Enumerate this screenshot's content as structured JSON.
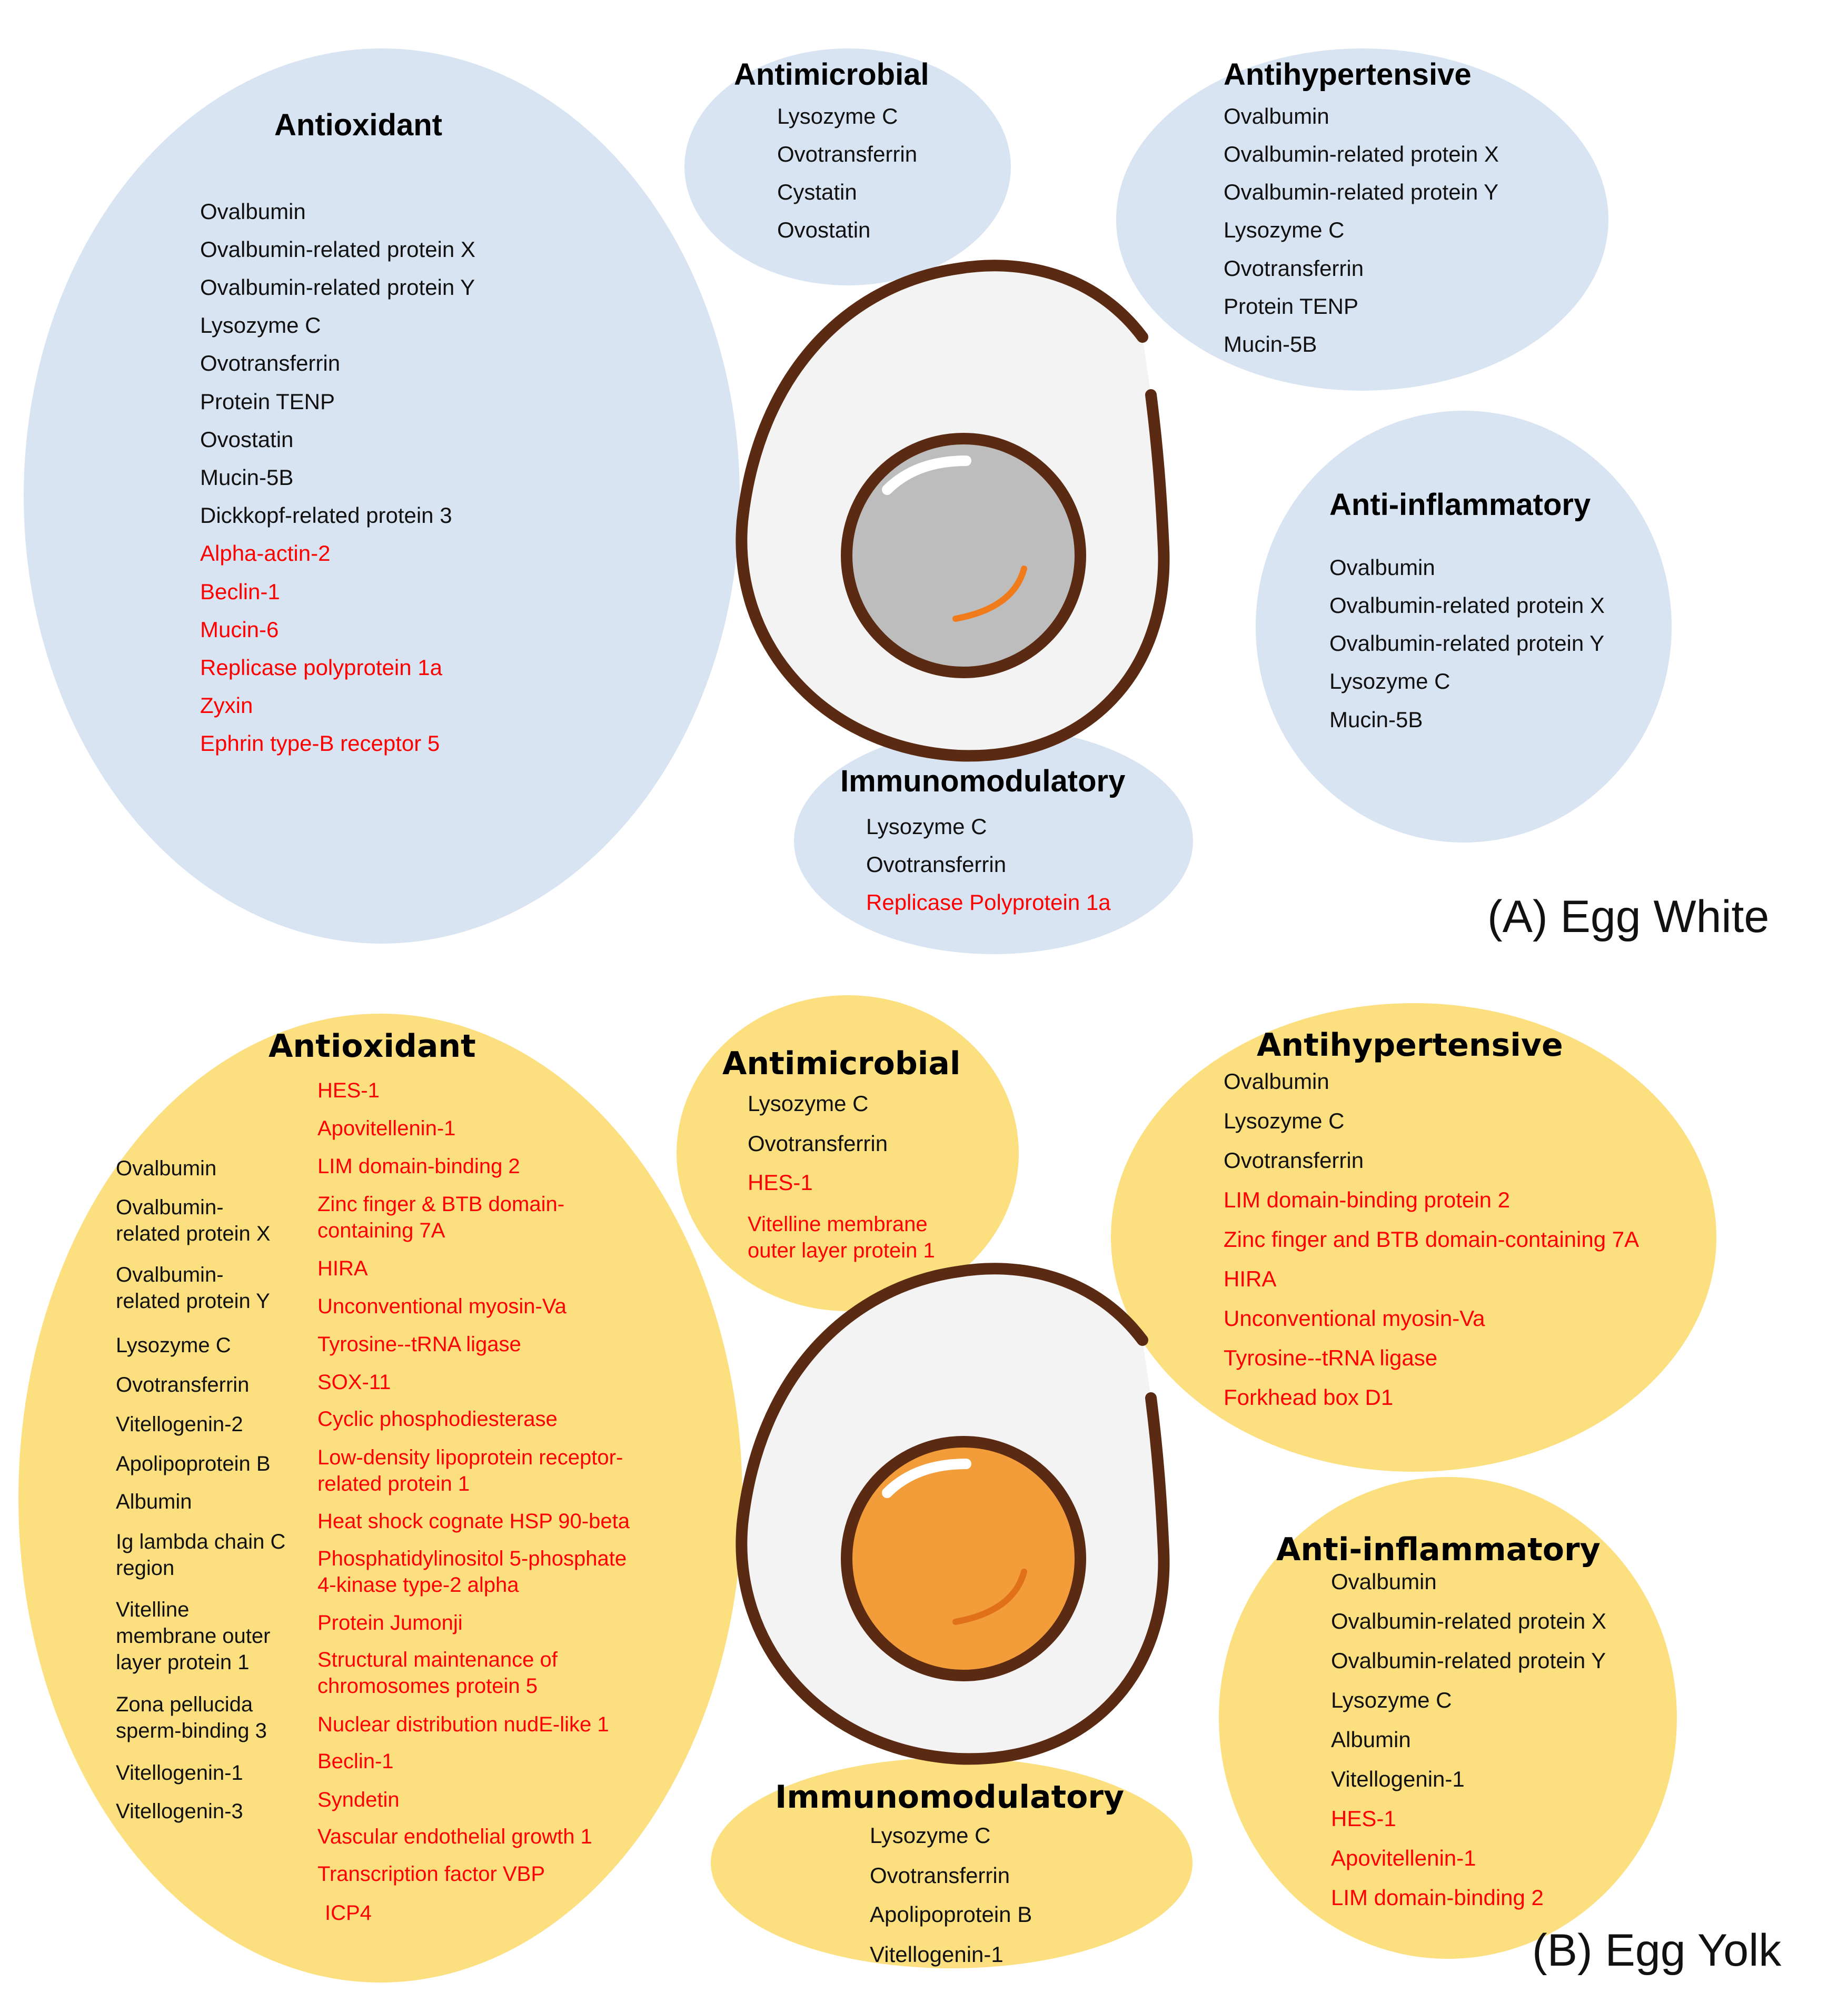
{
  "colors": {
    "egg_white_bubble": "#d8e4f2",
    "egg_yolk_bubble": "#fcdf7f",
    "outline": "#5a2a12",
    "yolk_fill": "#f39c3a",
    "white_yolk_fill": "#bdbdbd",
    "highlight_accent": "#f07b1a",
    "red_text": "#ff0000"
  },
  "icons": [
    "boiled-egg-icon-white",
    "boiled-egg-icon-yolk"
  ],
  "egg_white": {
    "panel_label": "(A) Egg White",
    "antioxidant": {
      "title": "Antioxidant",
      "items": [
        "Ovalbumin",
        "Ovalbumin-related protein X",
        "Ovalbumin-related protein Y",
        "Lysozyme C",
        "Ovotransferrin",
        "Protein TENP",
        "Ovostatin",
        "Mucin-5B",
        "Dickkopf-related protein 3"
      ],
      "red_items": [
        "Alpha-actin-2",
        "Beclin-1",
        "Mucin-6",
        "Replicase polyprotein 1a",
        "Zyxin",
        "Ephrin type-B receptor 5"
      ]
    },
    "antimicrobial": {
      "title": "Antimicrobial",
      "items": [
        "Lysozyme C",
        "Ovotransferrin",
        "Cystatin",
        "Ovostatin"
      ]
    },
    "antihypertensive": {
      "title": "Antihypertensive",
      "items": [
        "Ovalbumin",
        "Ovalbumin-related protein X",
        "Ovalbumin-related protein Y",
        "Lysozyme C",
        "Ovotransferrin",
        "Protein TENP",
        "Mucin-5B"
      ]
    },
    "anti_inflammatory": {
      "title": "Anti-inflammatory",
      "items": [
        "Ovalbumin",
        "Ovalbumin-related protein X",
        "Ovalbumin-related protein Y",
        "Lysozyme C",
        "Mucin-5B"
      ]
    },
    "immunomodulatory": {
      "title": "Immunomodulatory",
      "items": [
        "Lysozyme C",
        "Ovotransferrin"
      ],
      "red_items": [
        "Replicase Polyprotein 1a"
      ]
    }
  },
  "egg_yolk": {
    "panel_label": "(B) Egg Yolk",
    "antioxidant": {
      "title": "Antioxidant",
      "items": [
        "Ovalbumin",
        "Ovalbumin-\nrelated protein X",
        "Ovalbumin-\nrelated protein Y",
        "Lysozyme C",
        "Ovotransferrin",
        "Vitellogenin-2",
        "Apolipoprotein B",
        "Albumin",
        "Ig lambda chain C\nregion",
        "Vitelline\nmembrane outer\nlayer protein 1",
        "Zona pellucida\nsperm-binding 3",
        "Vitellogenin-1",
        "Vitellogenin-3"
      ],
      "red_items": [
        "HES-1",
        "Apovitellenin-1",
        "LIM domain-binding 2",
        "Zinc finger & BTB domain-\ncontaining 7A",
        "HIRA",
        "Unconventional myosin-Va",
        "Tyrosine--tRNA ligase",
        "SOX-11",
        "Cyclic phosphodiesterase",
        "Low-density lipoprotein receptor-\nrelated protein 1",
        "Heat shock cognate HSP 90-beta",
        "Phosphatidylinositol 5-phosphate\n4-kinase type-2 alpha",
        "Protein Jumonji",
        "Structural maintenance of\nchromosomes protein 5",
        "Nuclear distribution nudE-like 1",
        "Beclin-1",
        "Syndetin",
        "Vascular endothelial growth 1",
        "Transcription factor VBP",
        "ICP4"
      ]
    },
    "antimicrobial": {
      "title": "Antimicrobial",
      "items": [
        "Lysozyme C",
        "Ovotransferrin"
      ],
      "red_items": [
        "HES-1",
        "Vitelline membrane\nouter layer protein 1"
      ]
    },
    "antihypertensive": {
      "title": "Antihypertensive",
      "items": [
        "Ovalbumin",
        "Lysozyme C",
        "Ovotransferrin"
      ],
      "red_items": [
        "LIM domain-binding protein 2",
        "Zinc finger and BTB domain-containing 7A",
        "HIRA",
        "Unconventional myosin-Va",
        "Tyrosine--tRNA ligase",
        "Forkhead box D1"
      ]
    },
    "anti_inflammatory": {
      "title": "Anti-inflammatory",
      "items": [
        "Ovalbumin",
        "Ovalbumin-related protein X",
        "Ovalbumin-related protein Y",
        "Lysozyme C",
        "Albumin",
        "Vitellogenin-1"
      ],
      "red_items": [
        "HES-1",
        "Apovitellenin-1",
        "LIM domain-binding 2"
      ]
    },
    "immunomodulatory": {
      "title": "Immunomodulatory",
      "items": [
        "Lysozyme C",
        "Ovotransferrin",
        "Apolipoprotein B",
        "Vitellogenin-1"
      ]
    }
  }
}
